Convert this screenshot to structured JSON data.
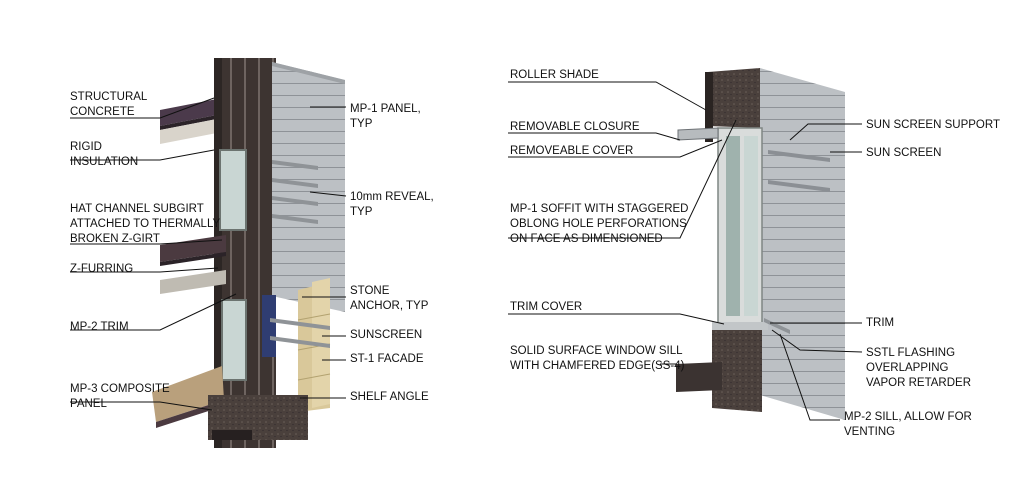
{
  "left_detail": {
    "labels": {
      "structural_concrete": [
        "STRUCTURAL",
        "CONCRETE"
      ],
      "rigid_insulation": [
        "RIGID",
        "INSULATION"
      ],
      "hat_channel": [
        "HAT CHANNEL SUBGIRT",
        "ATTACHED TO THERMALLY",
        "BROKEN Z-GIRT"
      ],
      "z_furring": [
        "Z-FURRING"
      ],
      "mp2_trim": [
        "MP-2 TRIM"
      ],
      "mp3_composite": [
        "MP-3 COMPOSITE",
        "PANEL"
      ],
      "mp1_panel": [
        "MP-1 PANEL,",
        "TYP"
      ],
      "reveal": [
        "10mm REVEAL,",
        "TYP"
      ],
      "stone_anchor": [
        "STONE",
        "ANCHOR, TYP"
      ],
      "sunscreen": [
        "SUNSCREEN"
      ],
      "st1_facade": [
        "ST-1 FACADE"
      ],
      "shelf_angle": [
        "SHELF ANGLE"
      ]
    }
  },
  "right_detail": {
    "labels": {
      "roller_shade": [
        "ROLLER SHADE"
      ],
      "removable_closure": [
        "REMOVABLE CLOSURE"
      ],
      "removeable_cover": [
        "REMOVEABLE COVER"
      ],
      "mp1_soffit": [
        "MP-1 SOFFIT WITH STAGGERED",
        "OBLONG HOLE PERFORATIONS",
        "ON FACE AS DIMENSIONED"
      ],
      "trim_cover": [
        "TRIM COVER"
      ],
      "window_sill": [
        "SOLID SURFACE WINDOW SILL",
        "WITH CHAMFERED EDGE(SS-4)"
      ],
      "sun_screen_support": [
        "SUN SCREEN SUPPORT"
      ],
      "sun_screen": [
        "SUN SCREEN"
      ],
      "trim": [
        "TRIM"
      ],
      "sstl_flashing": [
        "SSTL FLASHING",
        "OVERLAPPING",
        "VAPOR RETARDER"
      ],
      "mp2_sill": [
        "MP-2 SILL, ALLOW FOR",
        "VENTING"
      ]
    }
  },
  "colors": {
    "dark_frame": "#3a3230",
    "metal_panel": "#b8bcc0",
    "glass": "#c9d6d3",
    "stone": "#d9c89a",
    "concrete": "#4a403c",
    "leader": "#111111"
  }
}
